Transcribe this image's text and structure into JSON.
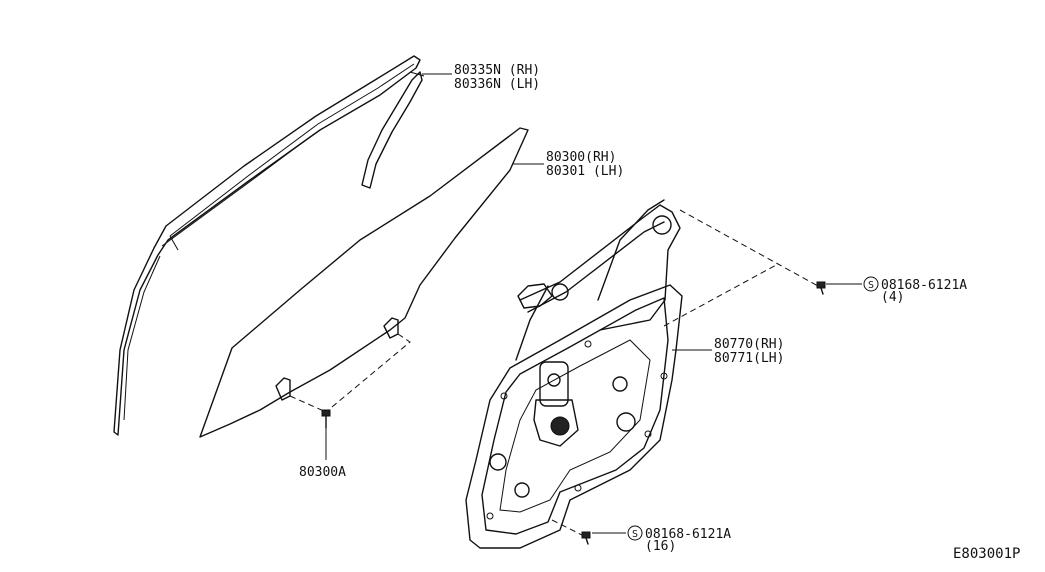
{
  "parts": {
    "sash_rh": "80335N (RH)",
    "sash_lh": "80336N (LH)",
    "glass_rh": "80300(RH)",
    "glass_lh": "80301 (LH)",
    "glass_bolt": "80300A",
    "regulator_rh": "80770(RH)",
    "regulator_lh": "80771(LH)",
    "bolt_upper_symbol": "S",
    "bolt_upper_num": "08168-6121A",
    "bolt_upper_qty": "(4)",
    "bolt_lower_symbol": "S",
    "bolt_lower_num": "08168-6121A",
    "bolt_lower_qty": "(16)"
  },
  "diagram_ref": "E803001P"
}
